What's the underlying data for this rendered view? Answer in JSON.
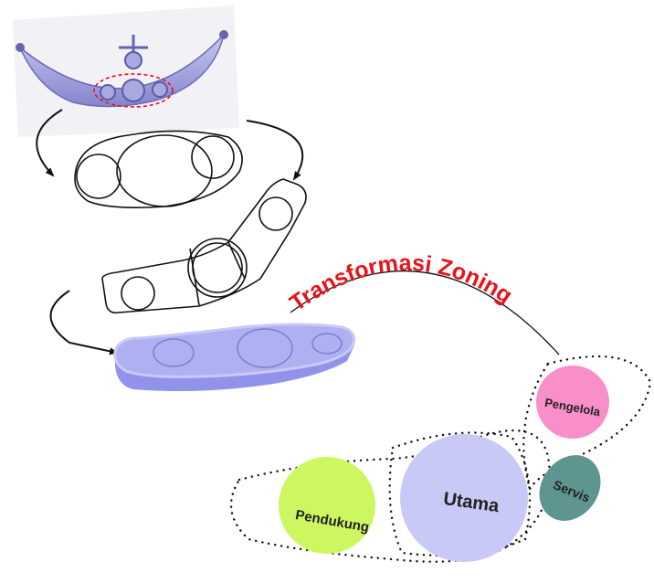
{
  "diagram": {
    "arc_title": "Transformasi Zoning",
    "zones": {
      "main": "Utama",
      "support": "Pendukung",
      "manager": "Pengelola",
      "service": "Servis"
    },
    "colors": {
      "title": "#e8121b",
      "main": "#c9c9f7",
      "support": "#ccf761",
      "manager": "#f88fc9",
      "service": "#5e9590",
      "artifact": "#8f8ed6",
      "block3d_top": "#aeb0f2",
      "block3d_side": "#9193ea"
    }
  }
}
